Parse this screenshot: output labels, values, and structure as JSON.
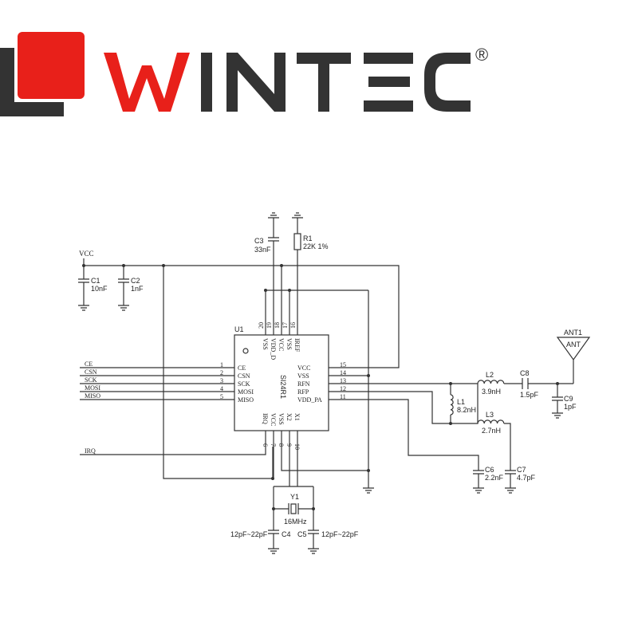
{
  "logo": {
    "brand": "WINTEC",
    "registered": "®"
  },
  "schematic": {
    "power_net": "VCC",
    "chip": {
      "ref": "U1",
      "name": "SI24R1",
      "left_pins": [
        {
          "num": "1",
          "name": "CE",
          "net": "CE"
        },
        {
          "num": "2",
          "name": "CSN",
          "net": "CSN"
        },
        {
          "num": "3",
          "name": "SCK",
          "net": "SCK"
        },
        {
          "num": "4",
          "name": "MOSI",
          "net": "MOSI"
        },
        {
          "num": "5",
          "name": "MISO",
          "net": "MISO"
        }
      ],
      "right_pins": [
        {
          "num": "15",
          "name": "VCC"
        },
        {
          "num": "14",
          "name": "VSS"
        },
        {
          "num": "13",
          "name": "RFN"
        },
        {
          "num": "12",
          "name": "RFP"
        },
        {
          "num": "11",
          "name": "VDD_PA"
        }
      ],
      "top_pins": [
        {
          "num": "20",
          "name": "VSS"
        },
        {
          "num": "19",
          "name": "VDD_D"
        },
        {
          "num": "18",
          "name": "VCC"
        },
        {
          "num": "17",
          "name": "VSS"
        },
        {
          "num": "16",
          "name": "IREF"
        }
      ],
      "bottom_pins": [
        {
          "num": "6",
          "name": "IRQ",
          "net": "IRQ"
        },
        {
          "num": "7",
          "name": "VCC"
        },
        {
          "num": "8",
          "name": "VSS"
        },
        {
          "num": "9",
          "name": "X2"
        },
        {
          "num": "10",
          "name": "X1"
        }
      ]
    },
    "components": {
      "C1": {
        "ref": "C1",
        "value": "10nF"
      },
      "C2": {
        "ref": "C2",
        "value": "1nF"
      },
      "C3": {
        "ref": "C3",
        "value": "33nF"
      },
      "R1": {
        "ref": "R1",
        "value": "22K 1%"
      },
      "L1": {
        "ref": "L1",
        "value": "8.2nH"
      },
      "L2": {
        "ref": "L2",
        "value": "3.9nH"
      },
      "L3": {
        "ref": "L3",
        "value": "2.7nH"
      },
      "C6": {
        "ref": "C6",
        "value": "2.2nF"
      },
      "C7": {
        "ref": "C7",
        "value": "4.7pF"
      },
      "C8": {
        "ref": "C8",
        "value": "1.5pF"
      },
      "C9": {
        "ref": "C9",
        "value": "1pF"
      },
      "Y1": {
        "ref": "Y1",
        "value": "16MHz"
      },
      "C4": {
        "ref": "C4",
        "value": "12pF~22pF"
      },
      "C5": {
        "ref": "C5",
        "value": "12pF~22pF"
      },
      "ANT1": {
        "ref": "ANT1",
        "value": "ANT"
      }
    }
  }
}
